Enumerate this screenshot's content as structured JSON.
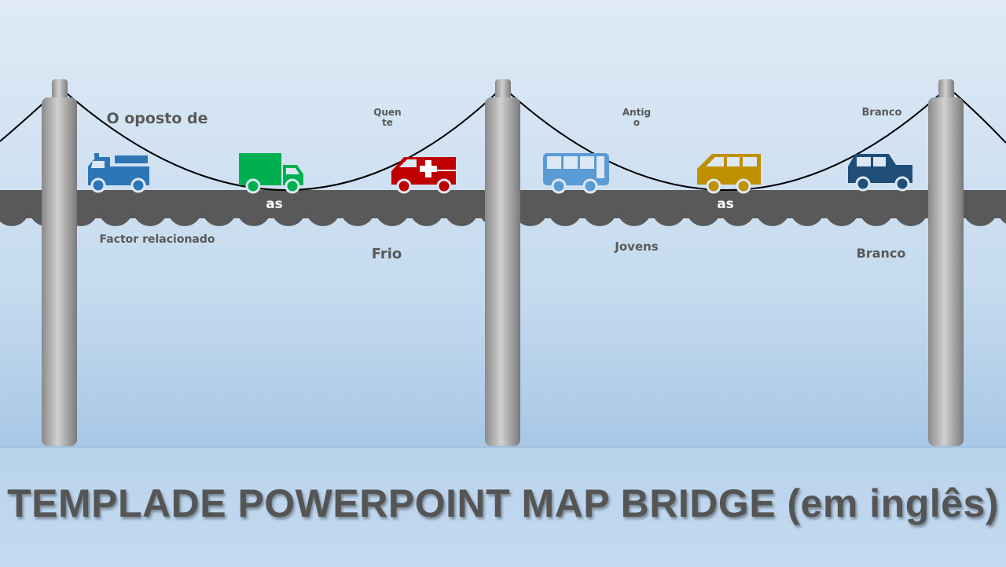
{
  "labels": {
    "top1": "O oposto de",
    "top2": "Quen\nte",
    "top3": "Antig\no",
    "top4": "Branco",
    "deck1": "as",
    "deck2": "as",
    "bottom1": "Factor relacionado",
    "bottom2": "Frio",
    "bottom3": "Jovens",
    "bottom4": "Branco"
  },
  "title": "TEMPLADE POWERPOINT MAP BRIDGE (em inglês)",
  "vehicles": [
    {
      "name": "fire-truck",
      "color": "#2e75b6"
    },
    {
      "name": "delivery-truck",
      "color": "#00b050"
    },
    {
      "name": "ambulance",
      "color": "#c00000"
    },
    {
      "name": "bus",
      "color": "#5b9bd5"
    },
    {
      "name": "van",
      "color": "#bf9000"
    },
    {
      "name": "suv",
      "color": "#1f4e79"
    }
  ],
  "colors": {
    "deck": "#595959",
    "cable": "#000000"
  }
}
